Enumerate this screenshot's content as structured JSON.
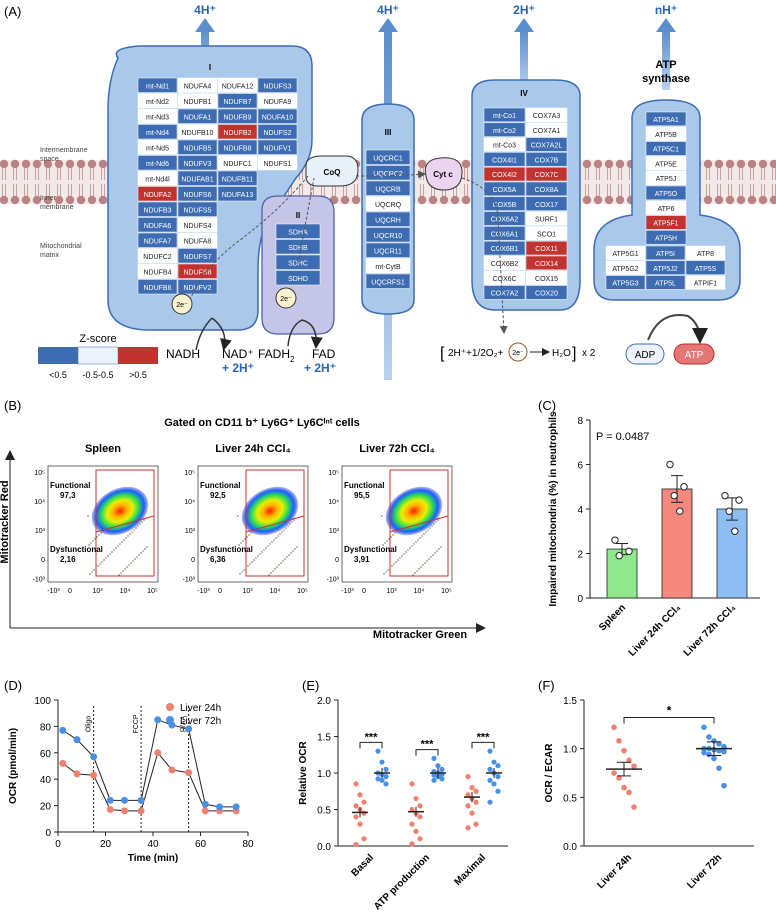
{
  "panel_labels": {
    "a": "(A)",
    "b": "(B)",
    "c": "(C)",
    "d": "(D)",
    "e": "(E)",
    "f": "(F)"
  },
  "panel_a": {
    "pumps": {
      "c1": "4H⁺",
      "c3": "4H⁺",
      "c4": "2H⁺",
      "atp": "nH⁺"
    },
    "regions": {
      "ims1": "Intermembrane",
      "ims2": "space",
      "im1": "Inner",
      "im2": "membrane",
      "mx1": "Mitochondrial",
      "mx2": "matrix"
    },
    "complex_labels": {
      "c1": "I",
      "c2": "II",
      "c3": "III",
      "c4": "IV",
      "atp1": "ATP",
      "atp2": "synthase"
    },
    "coq": "CoQ",
    "cytc": "Cyt c",
    "electron": "2e⁻",
    "complex1_rows": [
      [
        "mt-Nd1",
        "NDUFA4",
        "NDUFA12",
        "NDUFS3"
      ],
      [
        "mt-Nd2",
        "NDUFB1",
        "NDUFB7",
        "NDUFA9"
      ],
      [
        "mt-Nd3",
        "NDUFA1",
        "NDUFB9",
        "NDUFA10"
      ],
      [
        "mt-Nd4",
        "NDUFB10",
        "NDUFB2",
        "NDUFS2"
      ],
      [
        "mt-Nd5",
        "NDUFB5",
        "NDUFB8",
        "NDUFV1"
      ],
      [
        "mt-Nd6",
        "NDUFV3",
        "NDUFC1",
        "NDUFS1"
      ],
      [
        "mt-Nd4l",
        "NDUFAB1",
        "NDUFB11",
        ""
      ],
      [
        "NDUFA2",
        "NDUFS6",
        "NDUFA13",
        ""
      ],
      [
        "NDUFB3",
        "NDUFS5",
        "",
        ""
      ],
      [
        "NDUFA6",
        "NDUFS4",
        "",
        ""
      ],
      [
        "NDUFA7",
        "NDUFA8",
        "",
        ""
      ],
      [
        "NDUFC2",
        "NDUFS7",
        "",
        ""
      ],
      [
        "NDUFB4",
        "NDUFS8",
        "",
        ""
      ],
      [
        "NDUFB6",
        "NDUFV2",
        "",
        ""
      ]
    ],
    "complex1_colors": [
      [
        "b",
        "w",
        "w",
        "b"
      ],
      [
        "w",
        "w",
        "b",
        "w"
      ],
      [
        "w",
        "b",
        "b",
        "b"
      ],
      [
        "b",
        "w",
        "r",
        "b"
      ],
      [
        "w",
        "b",
        "b",
        "b"
      ],
      [
        "b",
        "b",
        "w",
        "w"
      ],
      [
        "w",
        "b",
        "b",
        ""
      ],
      [
        "r",
        "b",
        "b",
        ""
      ],
      [
        "b",
        "b",
        "",
        ""
      ],
      [
        "b",
        "w",
        "",
        ""
      ],
      [
        "b",
        "w",
        "",
        ""
      ],
      [
        "w",
        "b",
        "",
        ""
      ],
      [
        "w",
        "r",
        "",
        ""
      ],
      [
        "b",
        "b",
        "",
        ""
      ]
    ],
    "complex2": [
      "SDHA",
      "SDHB",
      "SDHC",
      "SDHD"
    ],
    "complex3": [
      "UQCRC1",
      "UQCRC2",
      "UQCRB",
      "UQCRQ",
      "UQCRH",
      "UQCR10",
      "UQCR11",
      "mt-CytB",
      "UQCRFS1"
    ],
    "complex3_colors": [
      "b",
      "b",
      "b",
      "w",
      "b",
      "b",
      "b",
      "w",
      "b"
    ],
    "complex4_rows": [
      [
        "mt-Co1",
        "COX7A3"
      ],
      [
        "mt-Co2",
        "COX7A1"
      ],
      [
        "mt-Co3",
        "COX7A2L"
      ],
      [
        "COX4I1",
        "COX7B"
      ],
      [
        "COX4I2",
        "COX7C"
      ],
      [
        "COX5A",
        "COX8A"
      ],
      [
        "COX5B",
        "COX17"
      ],
      [
        "COX6A2",
        "SURF1"
      ],
      [
        "COX6A1",
        "SCO1"
      ],
      [
        "COX6B1",
        "COX11"
      ],
      [
        "COX6B2",
        "COX14"
      ],
      [
        "COX6C",
        "COX15"
      ],
      [
        "COX7A2",
        "COX20"
      ]
    ],
    "complex4_colors": [
      [
        "b",
        "w"
      ],
      [
        "b",
        "w"
      ],
      [
        "w",
        "b"
      ],
      [
        "b",
        "b"
      ],
      [
        "r",
        "r"
      ],
      [
        "b",
        "b"
      ],
      [
        "b",
        "b"
      ],
      [
        "b",
        "w"
      ],
      [
        "b",
        "w"
      ],
      [
        "b",
        "r"
      ],
      [
        "w",
        "r"
      ],
      [
        "w",
        "w"
      ],
      [
        "b",
        "b"
      ]
    ],
    "atp_single": [
      "ATP5A1",
      "ATP5B",
      "ATP5C1",
      "ATP5E",
      "ATP5J",
      "ATP5O",
      "ATP6",
      "ATP5F1",
      "ATP5H"
    ],
    "atp_single_colors": [
      "b",
      "w",
      "b",
      "w",
      "w",
      "b",
      "w",
      "r",
      "b"
    ],
    "atp_rows": [
      [
        "ATP5G1",
        "ATP5I",
        "ATP8"
      ],
      [
        "ATP5G2",
        "ATP5J2",
        "ATP5S"
      ],
      [
        "ATP5G3",
        "ATP5L",
        "ATPIF1"
      ]
    ],
    "atp_rows_colors": [
      [
        "w",
        "b",
        "w"
      ],
      [
        "w",
        "b",
        "b"
      ],
      [
        "b",
        "b",
        "w"
      ]
    ],
    "nadh": "NADH",
    "nadp": "NAD⁺",
    "fadh2": "FADH",
    "fadh2_sub": "2",
    "fad": "FAD",
    "plus2h": "+ 2H⁺",
    "reaction": {
      "lhs": "2H⁺+1/2O₂+",
      "e": "2e⁻",
      "rhs": "H₂O",
      "times": "x 2"
    },
    "adp": "ADP",
    "atp": "ATP",
    "zscore": {
      "title": "Z-score",
      "labels": [
        "<0.5",
        "-0.5-0.5",
        ">0.5"
      ]
    },
    "colors": {
      "blue": "#3d6cb3",
      "red": "#c2332f",
      "white": "#ffffff",
      "complex_fill": "#a9c8ea",
      "complex_edge": "#3d6cb3"
    }
  },
  "panel_b": {
    "title": "Gated on CD11 b⁺ Ly6G⁺ Ly6Cᴵⁿᵗ cells",
    "plots": [
      {
        "name": "Spleen",
        "functional": "97,3",
        "dysfunctional": "2,16"
      },
      {
        "name": "Liver 24h CCl₄",
        "functional": "92,5",
        "dysfunctional": "6,36"
      },
      {
        "name": "Liver 72h CCl₄",
        "functional": "95,5",
        "dysfunctional": "3,91"
      }
    ],
    "functional_label": "Functional",
    "dysfunctional_label": "Dysfunctional",
    "ylabel": "Mitotracker Red",
    "xlabel": "Mitotracker Green",
    "xticks": [
      "-10³",
      "0",
      "10³",
      "10⁴",
      "10⁵"
    ],
    "yticks": [
      "10⁵",
      "10⁴",
      "10³",
      "0",
      "-10³"
    ]
  },
  "chart_data": [
    {
      "type": "bar",
      "id": "C",
      "categories": [
        "Spleen",
        "Liver 24h CCl₄",
        "Liver 72h CCl₄"
      ],
      "values": [
        2.2,
        4.9,
        4.0
      ],
      "sem": [
        0.25,
        0.6,
        0.5
      ],
      "points": [
        [
          2.6,
          2.1,
          1.9
        ],
        [
          6.0,
          5.0,
          4.6,
          3.9
        ],
        [
          4.6,
          4.4,
          3.9,
          3.0
        ]
      ],
      "colors": [
        "#8ee88e",
        "#f4887f",
        "#8ebdf4"
      ],
      "ylabel": "Impaired mitochondria (%) in neutrophils",
      "ylim": [
        0,
        8
      ],
      "yticks": [
        0,
        2,
        4,
        6,
        8
      ],
      "annotation": "P = 0.0487"
    },
    {
      "type": "line",
      "id": "D",
      "series": [
        {
          "name": "Liver 24h",
          "color": "#f08070",
          "x": [
            2,
            8,
            15,
            22,
            28,
            35,
            42,
            48,
            55,
            62,
            68,
            75
          ],
          "y": [
            52,
            44,
            43,
            17,
            16,
            16,
            60,
            47,
            45,
            16,
            16,
            16
          ]
        },
        {
          "name": "Liver 72h",
          "color": "#4a90e2",
          "x": [
            2,
            8,
            15,
            22,
            28,
            35,
            42,
            48,
            55,
            62,
            68,
            75
          ],
          "y": [
            77,
            70,
            57,
            24,
            24,
            24,
            85,
            81,
            78,
            21,
            19,
            19
          ]
        }
      ],
      "markers": [
        {
          "x": 15,
          "label": "Oligo"
        },
        {
          "x": 35,
          "label": "FCCP"
        },
        {
          "x": 55,
          "label": "R/AA"
        }
      ],
      "xlabel": "Time (min)",
      "ylabel": "OCR (pmol/min)",
      "xlim": [
        0,
        80
      ],
      "ylim": [
        0,
        100
      ],
      "xticks": [
        0,
        20,
        40,
        60,
        80
      ],
      "yticks": [
        0,
        20,
        40,
        60,
        80,
        100
      ]
    },
    {
      "type": "scatter",
      "id": "E",
      "categories": [
        "Basal",
        "ATP production",
        "Maximal"
      ],
      "series": [
        {
          "color": "#f08070",
          "means": [
            0.46,
            0.47,
            0.67
          ],
          "points": [
            [
              0.85,
              0.7,
              0.6,
              0.55,
              0.5,
              0.45,
              0.4,
              0.3,
              0.1,
              0.02
            ],
            [
              0.85,
              0.65,
              0.55,
              0.5,
              0.45,
              0.4,
              0.3,
              0.2,
              0.1,
              0.03
            ],
            [
              0.95,
              0.8,
              0.75,
              0.7,
              0.65,
              0.6,
              0.55,
              0.45,
              0.3,
              0.25
            ]
          ]
        },
        {
          "color": "#4a90e2",
          "means": [
            1.0,
            1.0,
            1.0
          ],
          "points": [
            [
              1.3,
              1.15,
              1.05,
              1.0,
              0.98,
              0.95,
              0.92,
              0.9,
              0.85
            ],
            [
              1.2,
              1.1,
              1.05,
              1.02,
              1.0,
              0.98,
              0.97,
              0.95,
              0.92,
              0.9
            ],
            [
              1.3,
              1.15,
              1.1,
              1.05,
              1.0,
              0.95,
              0.9,
              0.85,
              0.75,
              0.6
            ]
          ]
        }
      ],
      "significance": [
        "***",
        "***",
        "***"
      ],
      "ylabel": "Relative OCR",
      "ylim": [
        0,
        2
      ],
      "yticks": [
        "0.0",
        "0.5",
        "1.0",
        "1.5",
        "2.0"
      ]
    },
    {
      "type": "scatter",
      "id": "F",
      "categories": [
        "Liver 24h",
        "Liver 72h"
      ],
      "colors": [
        "#f08070",
        "#4a90e2"
      ],
      "means": [
        0.79,
        1.0
      ],
      "points": [
        [
          1.22,
          1.08,
          0.98,
          0.88,
          0.82,
          0.75,
          0.7,
          0.6,
          0.55,
          0.4
        ],
        [
          1.22,
          1.12,
          1.08,
          1.05,
          1.02,
          1.0,
          1.0,
          0.99,
          0.98,
          0.97,
          0.96,
          0.94,
          0.9,
          0.8,
          0.62
        ]
      ],
      "significance": "*",
      "ylabel": "OCR / ECAR",
      "ylim": [
        0,
        1.5
      ],
      "yticks": [
        "0.0",
        "0.5",
        "1.0",
        "1.5"
      ]
    }
  ]
}
